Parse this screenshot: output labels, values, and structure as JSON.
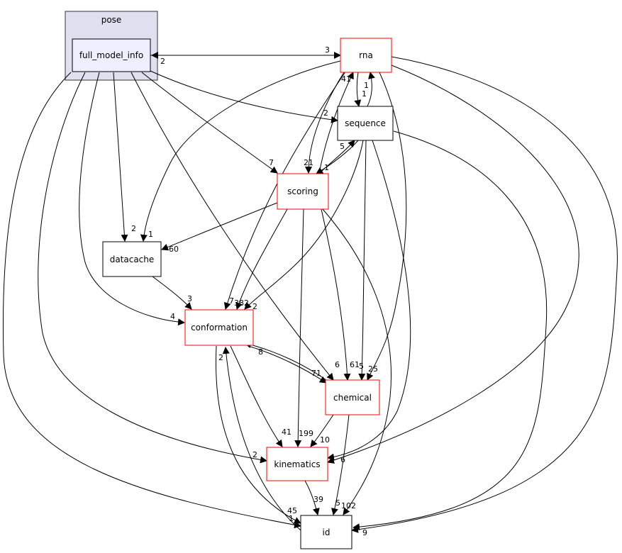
{
  "cluster": {
    "label": "pose"
  },
  "nodes": {
    "full_model_info": "full_model_info",
    "rna": "rna",
    "sequence": "sequence",
    "scoring": "scoring",
    "datacache": "datacache",
    "conformation": "conformation",
    "chemical": "chemical",
    "kinematics": "kinematics",
    "id": "id"
  },
  "colors": {
    "edge": "#000000",
    "node_border_default": "#000000",
    "node_border_red": "#ff0000",
    "cluster_fill": "#dfdfef",
    "cluster_stroke": "#333333",
    "node_fill_highlight": "#eeeeff"
  },
  "edge_labels": {
    "fmi_rna": "3",
    "rna_fmi": "2",
    "fmi_sequence": "2",
    "fmi_scoring": "7",
    "fmi_datacache": "2",
    "rna_datacache": "1",
    "scoring_datacache": "60",
    "datacache_conformation": "3",
    "fmi_conformation": "4",
    "rna_conformation": "7",
    "scoring_conformation": "382",
    "sequence_conformation": "2",
    "rna_sequence": "1",
    "sequence_rna": "1",
    "scoring_rna": "41",
    "rna_scoring": "21",
    "sequence_scoring": "5",
    "scoring_sequence": "1",
    "fmi_chemical": "6",
    "scoring_chemical": "61",
    "sequence_chemical": "5",
    "rna_chemical": "25",
    "conformation_chemical": "71",
    "chemical_conformation": "8",
    "conformation_kinematics": "41",
    "scoring_kinematics": "199",
    "chemical_kinematics": "10",
    "fmi_kinematics": "2",
    "kinematics_id": "39",
    "conformation_id": "45",
    "chemical_id": "5",
    "scoring_id": "102",
    "id_conformation": "2",
    "chemical_id_b": "6",
    "fmi_id": "1",
    "rna_id": "9"
  }
}
